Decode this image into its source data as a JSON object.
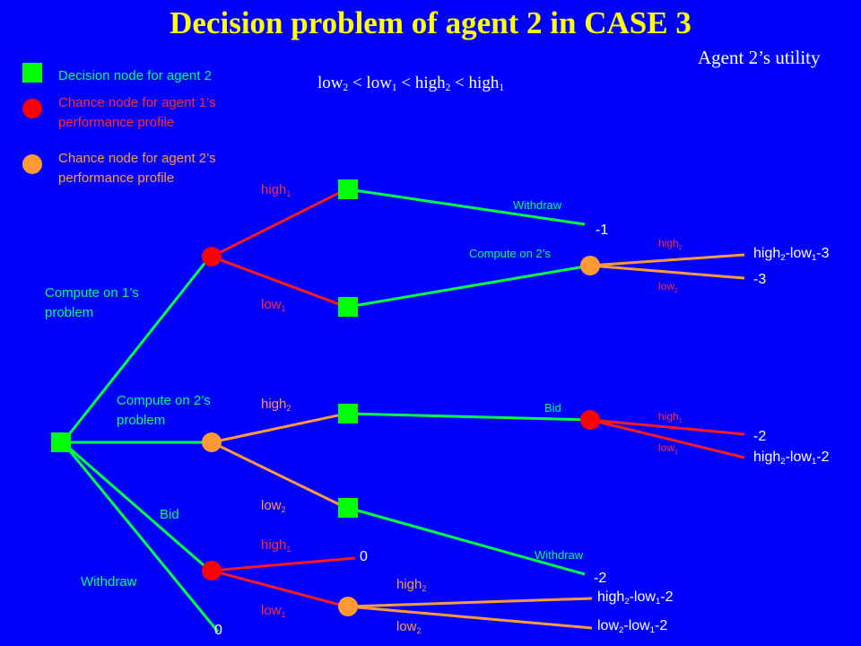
{
  "title": "Decision problem of agent 2 in CASE 3",
  "utility_header": "Agent 2’s utility",
  "ordering": {
    "text": [
      {
        "base": "low",
        "sub": "2"
      },
      {
        "op": " < "
      },
      {
        "base": "low",
        "sub": "1"
      },
      {
        "op": " < "
      },
      {
        "base": "high",
        "sub": "2"
      },
      {
        "op": " < "
      },
      {
        "base": "high",
        "sub": "1"
      }
    ]
  },
  "legend": {
    "decision": "Decision node for agent 2",
    "chance1": "Chance node for agent 1’s performance profile",
    "chance2": "Chance node for agent 2’s performance profile"
  },
  "colors": {
    "background": "#0000ff",
    "title": "#ffff00",
    "decision_node": "#00ff00",
    "chance_agent1": "#ff0000",
    "chance_agent2": "#ff9933",
    "edge_green": "#00ff44",
    "edge_red": "#ff1a1a",
    "edge_orange": "#ff9a3c"
  },
  "labels": {
    "compute1": "Compute on 1’s  problem",
    "compute2": "Compute on 2’s problem",
    "bid": "Bid",
    "withdraw_root": "Withdraw",
    "withdraw_top": "Withdraw",
    "compute_on_2s": "Compute on 2’s",
    "bid_mid": "Bid",
    "withdraw_low": "Withdraw"
  },
  "branches": {
    "high1_top": {
      "base": "high",
      "sub": "1"
    },
    "low1_top": {
      "base": "low",
      "sub": "1"
    },
    "high2_mid": {
      "base": "high",
      "sub": "2"
    },
    "low2_mid": {
      "base": "low",
      "sub": "2"
    },
    "high1_bot": {
      "base": "high",
      "sub": "1"
    },
    "low1_bot": {
      "base": "low",
      "sub": "1"
    },
    "high2_bot": {
      "base": "high",
      "sub": "2"
    },
    "low2_bot": {
      "base": "low",
      "sub": "2"
    },
    "high2_small": {
      "base": "high",
      "sub": "2"
    },
    "low2_small": {
      "base": "low",
      "sub": "2"
    },
    "high1_small": {
      "base": "high",
      "sub": "1"
    },
    "low1_small": {
      "base": "low",
      "sub": "1"
    }
  },
  "outcomes": {
    "withdraw_top": "-1",
    "compute_high": [
      {
        "t": "high"
      },
      {
        "s": "2"
      },
      {
        "t": "-low"
      },
      {
        "s": "1"
      },
      {
        "t": "-3"
      }
    ],
    "compute_low": "-3",
    "bid_high": "-2",
    "bid_low": [
      {
        "t": "high"
      },
      {
        "s": "2"
      },
      {
        "t": "-low"
      },
      {
        "s": "1"
      },
      {
        "t": "-2"
      }
    ],
    "withdraw_low": "-2",
    "bid_bot_high": "0",
    "bot_high": [
      {
        "t": "high"
      },
      {
        "s": "2"
      },
      {
        "t": "-low"
      },
      {
        "s": "1"
      },
      {
        "t": "-2"
      }
    ],
    "bot_low": [
      {
        "t": "low"
      },
      {
        "s": "2"
      },
      {
        "t": "-low"
      },
      {
        "s": "1"
      },
      {
        "t": "-2"
      }
    ],
    "root_withdraw": "0"
  }
}
